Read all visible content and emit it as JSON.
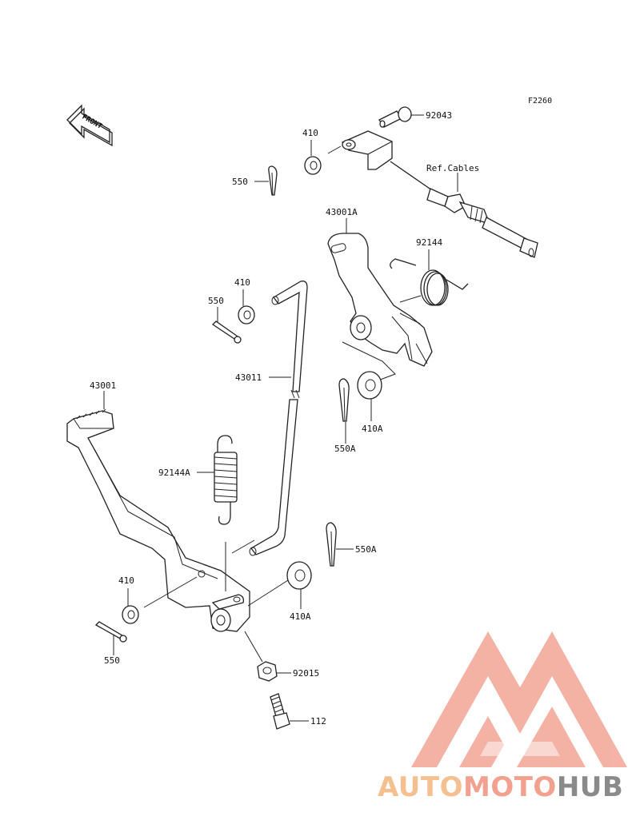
{
  "diagram_code": "F2260",
  "front_label": "FRONT",
  "labels": {
    "cotter_pin_top": "550",
    "washer_top": "410",
    "clevis_pin": "92043",
    "ref_cables": "Ref.Cables",
    "lever_upper": "43001A",
    "spring_torsion": "92144",
    "washer_mid": "410",
    "cotter_pin_mid": "550",
    "rod": "43011",
    "pedal": "43001",
    "cotter_pin_550a_right": "550A",
    "washer_410a_right": "410A",
    "spring_return": "92144A",
    "cotter_pin_550a_lower": "550A",
    "washer_410a_lower": "410A",
    "washer_lower": "410",
    "cotter_pin_lower": "550",
    "nut": "92015",
    "bolt": "112"
  },
  "watermark": {
    "part1": "AUTO",
    "part2": "MOTO",
    "part3": "HUB",
    "color_primary": "#f0a08f",
    "color_secondary": "#f4c58f",
    "color_dark": "#8a8a8a"
  }
}
